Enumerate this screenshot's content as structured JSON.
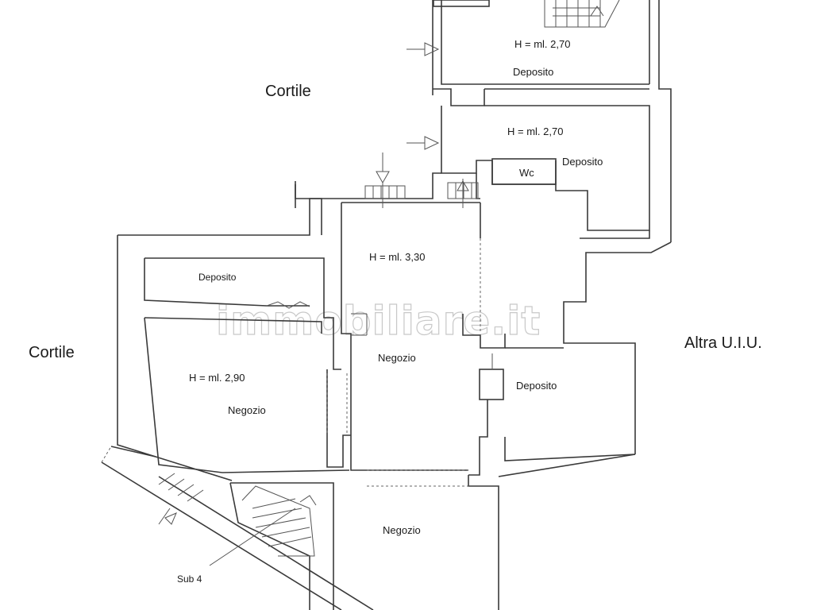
{
  "labels": {
    "cortile_top": "Cortile",
    "cortile_left": "Cortile",
    "altra_uiu": "Altra U.I.U.",
    "h_270_a": "H = ml. 2,70",
    "deposito_a": "Deposito",
    "h_270_b": "H = ml. 2,70",
    "deposito_b": "Deposito",
    "wc": "Wc",
    "h_330": "H = ml. 3,30",
    "deposito_c": "Deposito",
    "negozio_center": "Negozio",
    "deposito_d": "Deposito",
    "h_290": "H = ml. 2,90",
    "negozio_left": "Negozio",
    "negozio_bottom": "Negozio",
    "sub4": "Sub 4"
  },
  "watermark": "immobiliare.it",
  "colors": {
    "wall": "#3a3a3a",
    "text": "#1a1a1a",
    "watermark": "#c8c8c8"
  }
}
